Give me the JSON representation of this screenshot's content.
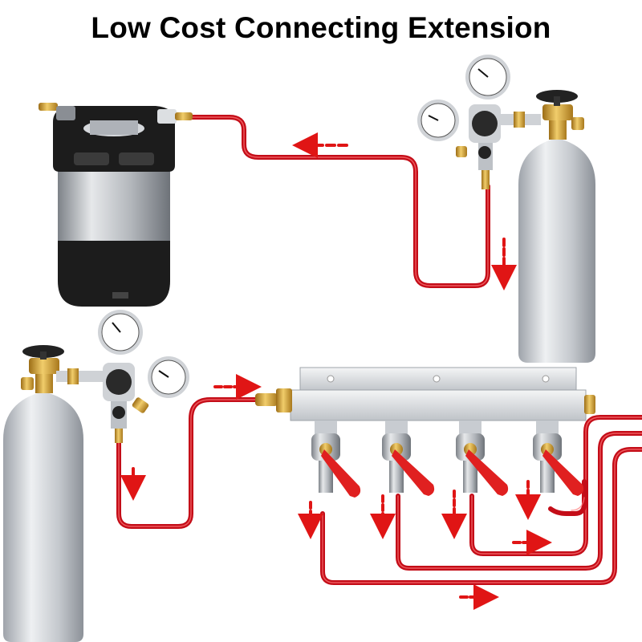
{
  "title": "Low Cost Connecting Extension",
  "colors": {
    "tube": "#d10f1a",
    "tube_highlight": "#ff6a6a",
    "arrow": "#e01515",
    "aluminum": "#c9ccd1",
    "brass": "#d3a23a",
    "valve_handle": "#e02020",
    "gauge_face": "#ffffff",
    "keg_rubber": "#1c1c1c",
    "steel": "#b8bcc2"
  },
  "components": {
    "keg": "ball-lock-keg",
    "co2_tank_top_right": "co2-cylinder",
    "co2_tank_bottom_left": "co2-cylinder",
    "regulator_top": "dual-gauge-regulator",
    "regulator_bottom": "dual-gauge-regulator",
    "manifold": "4-way-gas-manifold",
    "shutoff_valve_count": 4
  }
}
